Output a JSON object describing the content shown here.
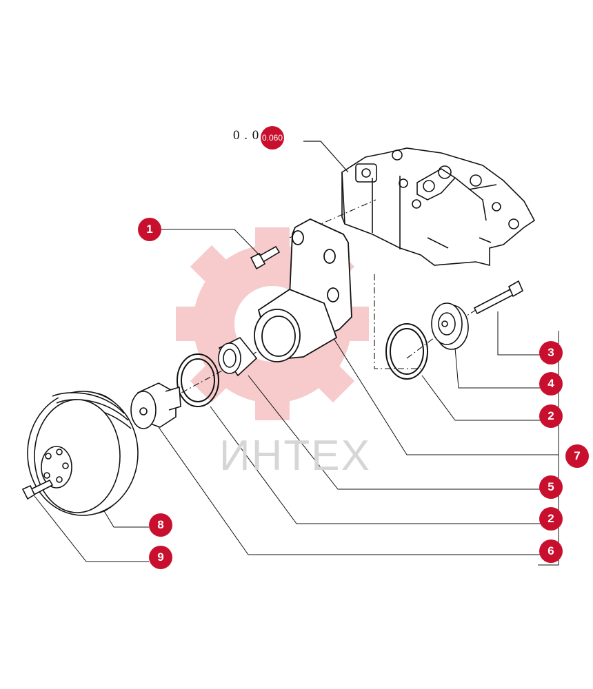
{
  "reference": {
    "code": "0 . 0 6 0",
    "badge": "0.060"
  },
  "watermark": {
    "text": "ИНТЕХ",
    "color": "#f4b4b4"
  },
  "callouts": [
    {
      "id": "1",
      "label": "1"
    },
    {
      "id": "3",
      "label": "3"
    },
    {
      "id": "4",
      "label": "4"
    },
    {
      "id": "2a",
      "label": "2"
    },
    {
      "id": "7",
      "label": "7"
    },
    {
      "id": "5",
      "label": "5"
    },
    {
      "id": "2b",
      "label": "2"
    },
    {
      "id": "6",
      "label": "6"
    },
    {
      "id": "8",
      "label": "8"
    },
    {
      "id": "9",
      "label": "9"
    }
  ],
  "colors": {
    "callout": "#c8102e",
    "line": "#111111",
    "watermark_gear": "#f4b4b4"
  }
}
